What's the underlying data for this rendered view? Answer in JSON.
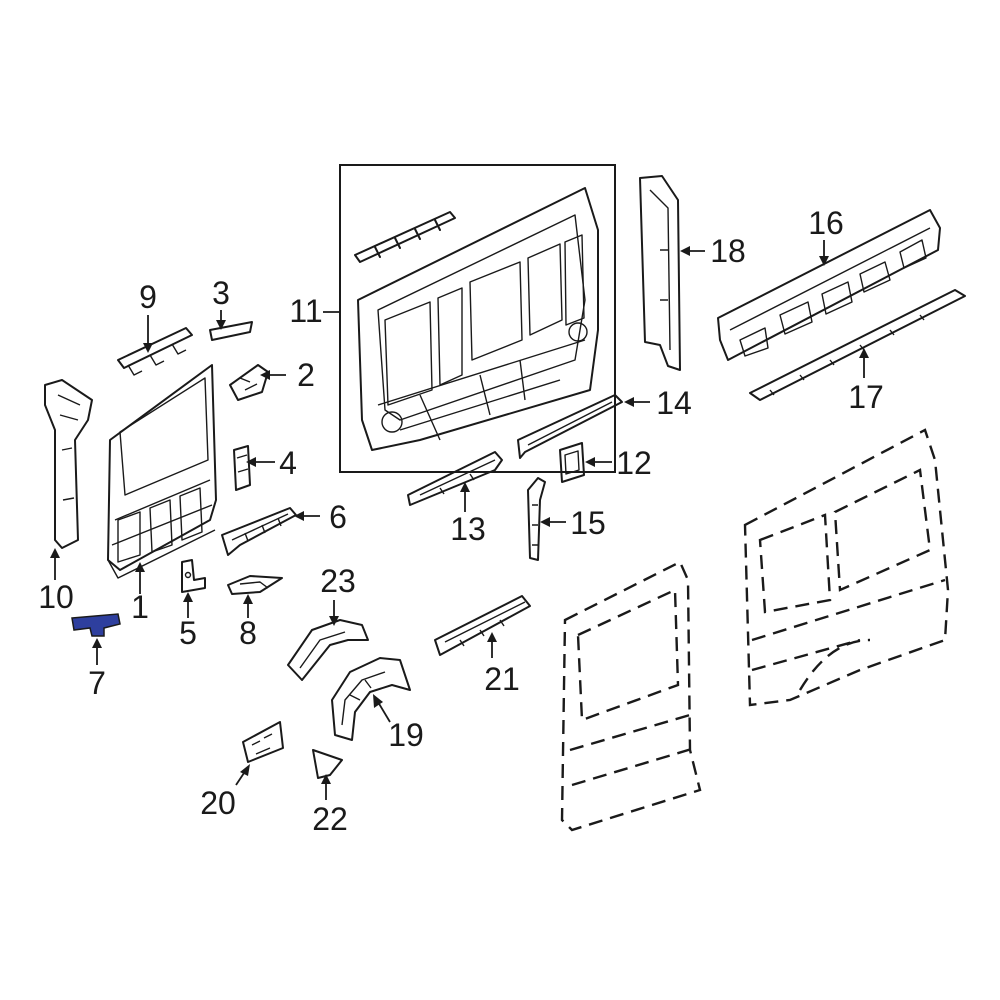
{
  "callouts": {
    "c1": "1",
    "c2": "2",
    "c3": "3",
    "c4": "4",
    "c5": "5",
    "c6": "6",
    "c7": "7",
    "c8": "8",
    "c9": "9",
    "c10": "10",
    "c11": "11",
    "c12": "12",
    "c13": "13",
    "c14": "14",
    "c15": "15",
    "c16": "16",
    "c17": "17",
    "c18": "18",
    "c19": "19",
    "c20": "20",
    "c21": "21",
    "c22": "22",
    "c23": "23"
  },
  "highlight": {
    "part": "7",
    "color": "#2e3f9e"
  },
  "line_color": "#1a1a1a"
}
